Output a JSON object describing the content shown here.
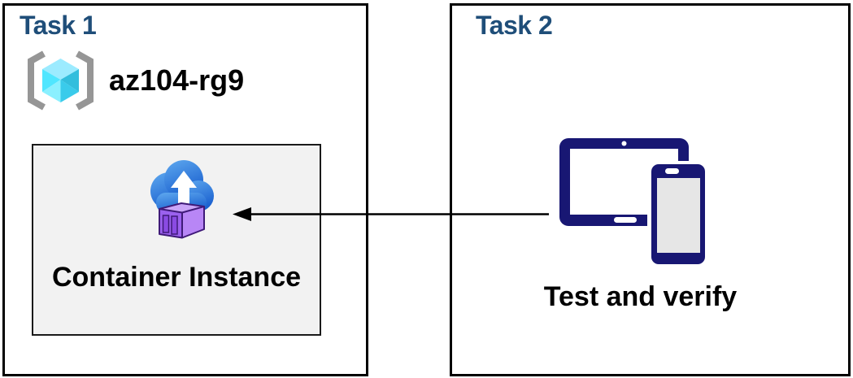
{
  "task1": {
    "title": "Task 1",
    "resource_group": {
      "icon": "resource-group-icon",
      "name": "az104-rg9"
    },
    "container_box": {
      "icon": "container-instances-icon",
      "label": "Container Instance"
    }
  },
  "task2": {
    "title": "Task 2",
    "devices": {
      "icon": "tablet-and-phone-icon",
      "label": "Test and verify"
    }
  },
  "connector": {
    "type": "arrow",
    "from": "task2-devices",
    "to": "task1-container-instance",
    "direction": "right-to-left"
  },
  "colors": {
    "task_title": "#1F4E79",
    "box_border": "#000000",
    "inner_box_bg": "#F2F2F2",
    "inner_box_border": "#1A1A1A",
    "device_navy": "#181773",
    "device_screen_gray": "#E6E6E6",
    "cloud_blue_light": "#5FA9EF",
    "cloud_blue_dark": "#1A60CF",
    "container_purple_left": "#9B61EE",
    "container_purple_right": "#B886F6",
    "container_purple_top": "#C9A5F8",
    "container_outline": "#3F1A78",
    "rg_cyan_top": "#9CEBFF",
    "rg_cyan_left": "#50E6FF",
    "rg_cyan_bottom_left": "#8BF0FF",
    "rg_cyan_right": "#32BEDD",
    "rg_cyan_bottom_right": "#3ACBEB",
    "bracket_gray": "#969696"
  }
}
